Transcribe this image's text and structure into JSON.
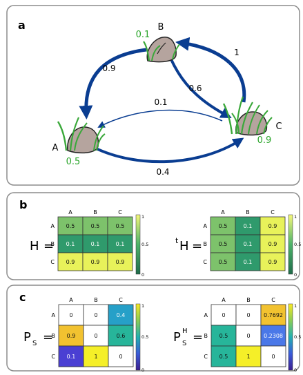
{
  "panel_a": {
    "label": "a",
    "nodes": {
      "A": {
        "name": "A",
        "value": "0.5"
      },
      "B": {
        "name": "B",
        "value": "0.1"
      },
      "C": {
        "name": "C",
        "value": "0.9"
      }
    },
    "edges": {
      "B_to_A": "0.9",
      "B_to_C": "0.6",
      "C_to_B": "1",
      "C_to_A": "0.1",
      "A_to_C": "0.4"
    }
  },
  "panel_b": {
    "label": "b",
    "left": {
      "symbol": "H",
      "prefix": "",
      "equals": "=",
      "cols": [
        "A",
        "B",
        "C"
      ],
      "rows": [
        "A",
        "B",
        "C"
      ],
      "cells": [
        [
          "0.5",
          "0.5",
          "0.5"
        ],
        [
          "0.1",
          "0.1",
          "0.1"
        ],
        [
          "0.9",
          "0.9",
          "0.9"
        ]
      ],
      "colorbar": {
        "max": "1",
        "mid": "0.5",
        "min": "0"
      }
    },
    "right": {
      "symbol": "H",
      "prefix": "t",
      "equals": "=",
      "cols": [
        "A",
        "B",
        "C"
      ],
      "rows": [
        "A",
        "B",
        "C"
      ],
      "cells": [
        [
          "0.5",
          "0.1",
          "0.9"
        ],
        [
          "0.5",
          "0.1",
          "0.9"
        ],
        [
          "0.5",
          "0.1",
          "0.9"
        ]
      ],
      "colorbar": {
        "max": "1",
        "mid": "0.5",
        "min": "0"
      }
    }
  },
  "panel_c": {
    "label": "c",
    "left": {
      "symbol": "P",
      "sub": "S",
      "sup": "",
      "equals": "=",
      "cols": [
        "A",
        "B",
        "C"
      ],
      "rows": [
        "A",
        "B",
        "C"
      ],
      "cells": [
        [
          "0",
          "0",
          "0.4"
        ],
        [
          "0.9",
          "0",
          "0.6"
        ],
        [
          "0.1",
          "1",
          "0"
        ]
      ],
      "colorbar": {
        "max": "1",
        "mid": "0.5",
        "min": "0"
      }
    },
    "right": {
      "symbol": "P",
      "sub": "S",
      "sup": "H",
      "equals": "=",
      "cols": [
        "A",
        "B",
        "C"
      ],
      "rows": [
        "A",
        "B",
        "C"
      ],
      "cells": [
        [
          "0",
          "0",
          "0.7692"
        ],
        [
          "0.5",
          "0",
          "0.2308"
        ],
        [
          "0.5",
          "1",
          "0"
        ]
      ],
      "colorbar": {
        "max": "1",
        "mid": "0.5",
        "min": "0"
      }
    }
  },
  "colors": {
    "arrow": "#0a3d91",
    "value_green": "#2aa52a",
    "b_high": "#e8f25a",
    "b_mid": "#7dc26b",
    "b_low": "#2f9a6c",
    "c_one": "#f5ef28",
    "c_high": "#f2c230",
    "c_mid": "#27b59a",
    "c_low_mid": "#26a0c8",
    "c_low": "#4a3fd3",
    "c_zero": "#ffffff"
  }
}
